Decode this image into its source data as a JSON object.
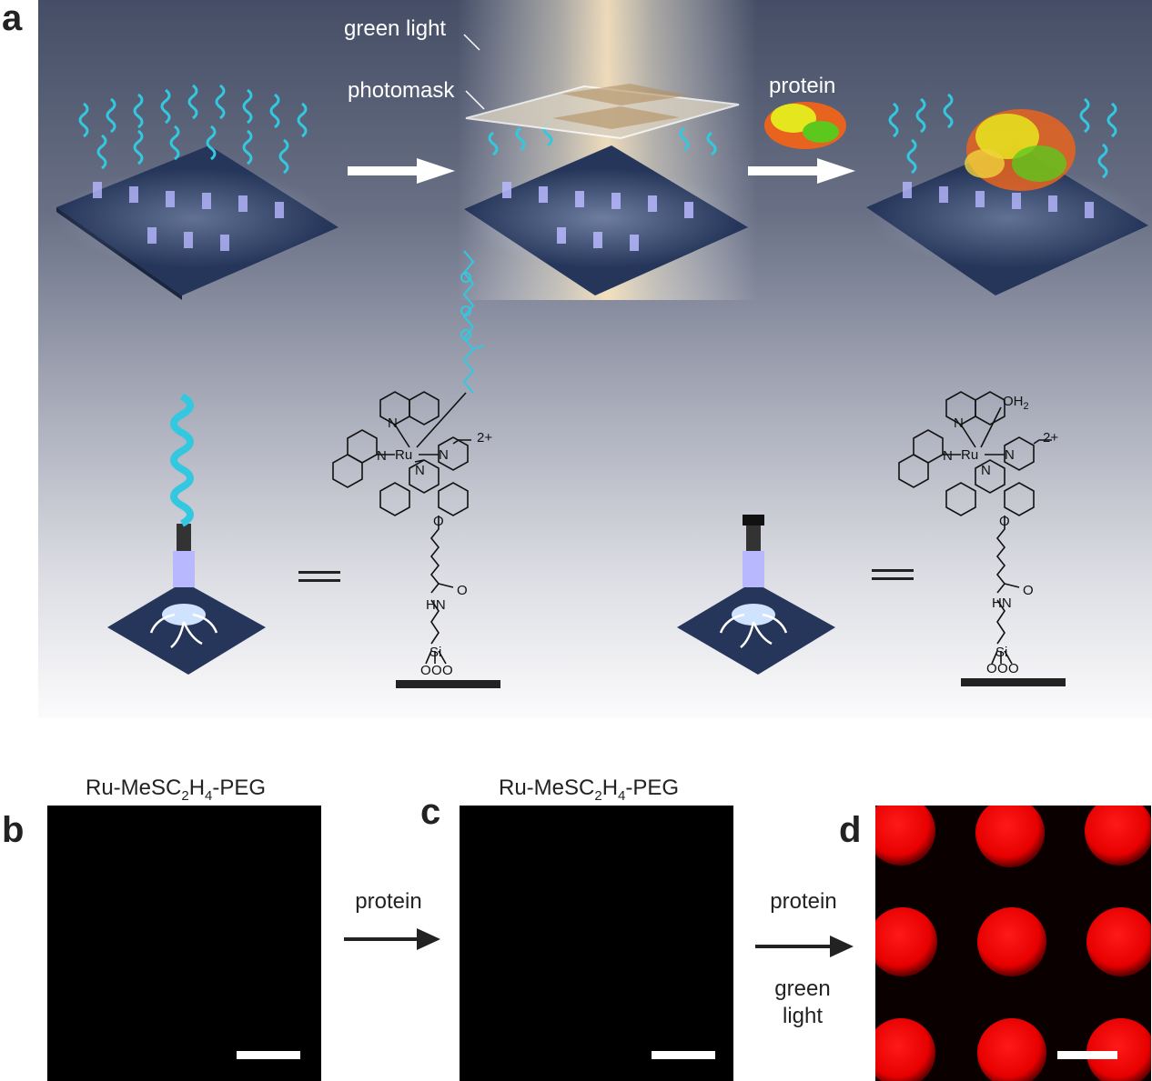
{
  "panels": {
    "a": "a",
    "b": "b",
    "c": "c",
    "d": "d"
  },
  "scene_labels": {
    "green_light": "green light",
    "photomask": "photomask",
    "protein": "protein"
  },
  "structure_labels": {
    "charge": "2+",
    "ru": "Ru",
    "n": "N",
    "o": "O",
    "hn": "HN",
    "si": "Si",
    "oh2": "OH",
    "sub2": "2",
    "equals": "="
  },
  "captions": {
    "b": {
      "pre": "Ru-MeSC",
      "s1": "2",
      "mid": "H",
      "s2": "4",
      "post": "-PEG"
    },
    "c": {
      "pre": "Ru-MeSC",
      "s1": "2",
      "mid": "H",
      "s2": "4",
      "post": "-PEG"
    }
  },
  "arrows": {
    "bc_label": "protein",
    "cd_label_top": "protein",
    "cd_label_bottom": "green light"
  },
  "colors": {
    "peg": "#33c8e0",
    "substrate": "#2b3a5e",
    "spot": "#ff0000",
    "text": "#222222"
  }
}
